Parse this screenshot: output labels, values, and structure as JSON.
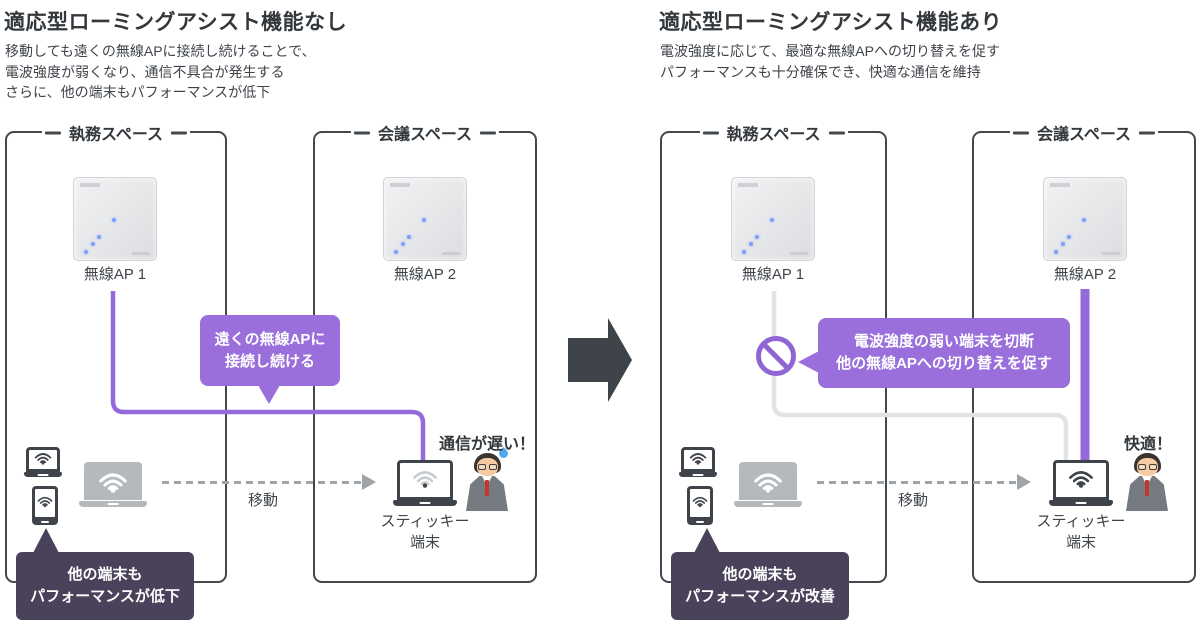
{
  "colors": {
    "accent_purple": "#9A6FDC",
    "line_purple": "#9469DA",
    "dark": "#3F444A",
    "dark_callout_bg": "#4A425A",
    "gray_device": "#B5B9BC",
    "weak_line_gray": "#E3E2E6",
    "led_blue": "#7F9DF5",
    "sweat_blue": "#4FA8EA",
    "tie_red": "#C2382F"
  },
  "left": {
    "title": "適応型ローミングアシスト機能なし",
    "desc": [
      "移動しても遠くの無線APに接続し続けることで、",
      "電波強度が弱くなり、通信不具合が発生する",
      "さらに、他の端末もパフォーマンスが低下"
    ],
    "work_space": "執務スペース",
    "meeting_space": "会議スペース",
    "ap1": "無線AP 1",
    "ap2": "無線AP 2",
    "callout": [
      "遠くの無線APに",
      "接続し続ける"
    ],
    "move": "移動",
    "status": "通信が遅い！",
    "sticky": [
      "スティッキー",
      "端末"
    ],
    "bottom_callout": [
      "他の端末も",
      "パフォーマンスが低下"
    ]
  },
  "right": {
    "title": "適応型ローミングアシスト機能あり",
    "desc": [
      "電波強度に応じて、最適な無線APへの切り替えを促す",
      "パフォーマンスも十分確保でき、快適な通信を維持"
    ],
    "work_space": "執務スペース",
    "meeting_space": "会議スペース",
    "ap1": "無線AP 1",
    "ap2": "無線AP 2",
    "callout": [
      "電波強度の弱い端末を切断",
      "他の無線APへの切り替えを促す"
    ],
    "move": "移動",
    "status": "快適！",
    "sticky": [
      "スティッキー",
      "端末"
    ],
    "bottom_callout": [
      "他の端末も",
      "パフォーマンスが改善"
    ]
  }
}
